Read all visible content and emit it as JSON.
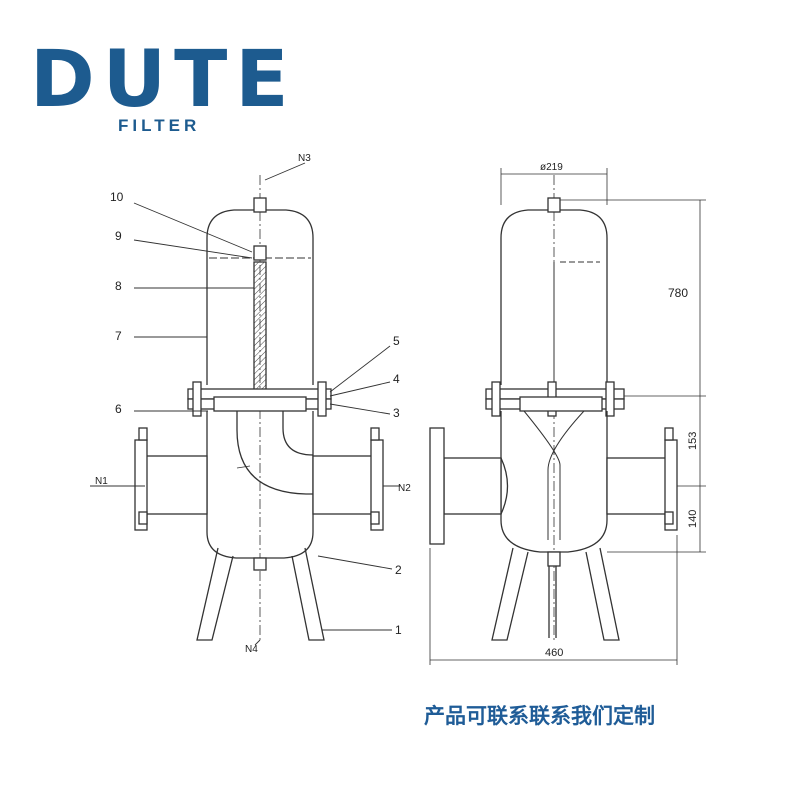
{
  "brand": {
    "name": "DUTE",
    "tagline": "FILTER",
    "color": "#1d5b8f"
  },
  "front_view": {
    "part_labels": [
      "1",
      "2",
      "3",
      "4",
      "5",
      "6",
      "7",
      "8",
      "9",
      "10"
    ],
    "nozzles": [
      "N1",
      "N2",
      "N3",
      "N4"
    ]
  },
  "side_view": {
    "dimensions": {
      "diameter": "ø219",
      "height_top": "780",
      "height_mid": "153",
      "height_low": "140",
      "width": "460"
    }
  },
  "footer": {
    "text": "产品可联系联系我们定制",
    "color": "#1f5c97"
  }
}
